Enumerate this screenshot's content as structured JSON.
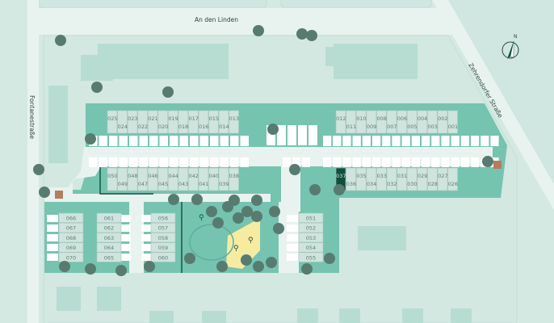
{
  "streets": {
    "north": "An den Linden",
    "west": "Fontanestraße",
    "east": "Zehrendorfer Straße"
  },
  "compass": {
    "label": "N",
    "icon": "compass-north-arrow-icon"
  },
  "colors": {
    "background": "#d5e9e3",
    "road": "#e8f3f0",
    "site": "#74c4b0",
    "unit": "#cfe4dd",
    "unit_selected": "#0f4f3e",
    "tree": "#587b70",
    "playground": "#f7eba0",
    "neighbour_building": "#b7ddd3"
  },
  "units": {
    "north_row_west": [
      "025",
      "024",
      "023",
      "022",
      "021",
      "020",
      "019",
      "018",
      "017",
      "016",
      "015",
      "014",
      "013"
    ],
    "north_row_east": [
      "012",
      "011",
      "010",
      "009",
      "008",
      "007",
      "006",
      "005",
      "004",
      "003",
      "002",
      "001"
    ],
    "south_row_west": [
      "050",
      "049",
      "048",
      "047",
      "046",
      "045",
      "044",
      "043",
      "042",
      "041",
      "040",
      "039",
      "038"
    ],
    "south_row_east": [
      "037",
      "036",
      "035",
      "034",
      "033",
      "032",
      "031",
      "030",
      "029",
      "028",
      "027",
      "026"
    ],
    "column_1": [
      "066",
      "067",
      "068",
      "069",
      "070"
    ],
    "column_2": [
      "061",
      "062",
      "063",
      "064",
      "065"
    ],
    "column_3": [
      "056",
      "057",
      "058",
      "059",
      "060"
    ],
    "column_4": [
      "051",
      "052",
      "053",
      "054",
      "055"
    ]
  },
  "selected_unit": "037"
}
